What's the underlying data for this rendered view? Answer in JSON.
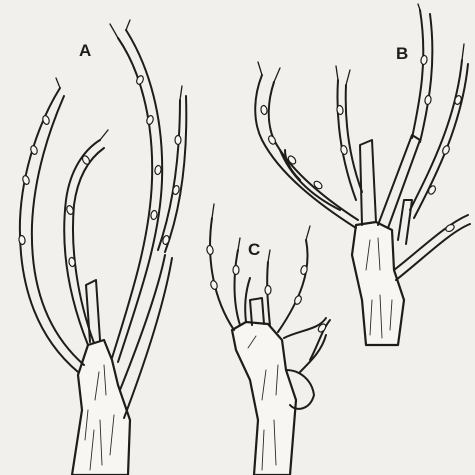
{
  "figure": {
    "labels": {
      "a": "A",
      "b": "B",
      "c": "C"
    }
  },
  "colors": {
    "ink": "#1d1d1b",
    "paper": "#f2f0ec"
  }
}
